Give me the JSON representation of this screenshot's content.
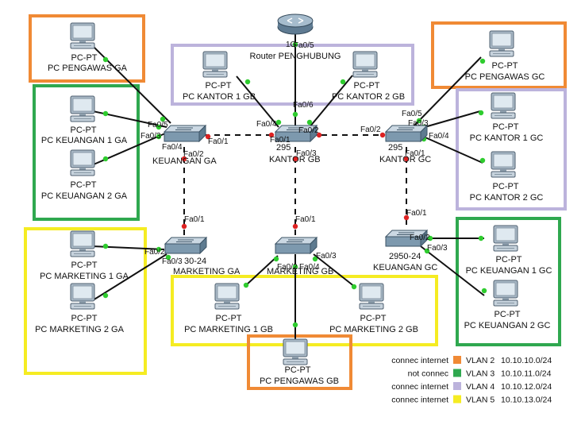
{
  "router": {
    "name": "Router PENGHUBUNG",
    "ports": {
      "top": "1G"
    }
  },
  "switches": {
    "ga": {
      "model": "",
      "name": "KEUANGAN GA"
    },
    "gb": {
      "model": "295",
      "name": "KANTOR GB"
    },
    "gc": {
      "model": "295",
      "name": "KANTOR GC"
    },
    "mga": {
      "model": "30-24",
      "name": "MARKETING GA"
    },
    "mgb": {
      "model": "",
      "name": "MARKETING GB"
    },
    "kgc": {
      "model": "2950-24",
      "name": "KEUANGAN GC"
    }
  },
  "pcs": {
    "pengawas_ga": {
      "type": "PC-PT",
      "name": "PC PENGAWAS GA"
    },
    "keuangan1_ga": {
      "type": "PC-PT",
      "name": "PC KEUANGAN 1 GA"
    },
    "keuangan2_ga": {
      "type": "PC-PT",
      "name": "PC KEUANGAN 2 GA"
    },
    "kantor1_gb": {
      "type": "PC-PT",
      "name": "PC KANTOR 1 GB"
    },
    "kantor2_gb": {
      "type": "PC-PT",
      "name": "PC KANTOR 2 GB"
    },
    "pengawas_gc": {
      "type": "PC-PT",
      "name": "PC PENGAWAS GC"
    },
    "kantor1_gc": {
      "type": "PC-PT",
      "name": "PC KANTOR 1 GC"
    },
    "kantor2_gc": {
      "type": "PC-PT",
      "name": "PC KANTOR 2 GC"
    },
    "marketing1_ga": {
      "type": "PC-PT",
      "name": "PC MARKETING 1 GA"
    },
    "marketing2_ga": {
      "type": "PC-PT",
      "name": "PC MARKETING  2 GA"
    },
    "marketing1_gb": {
      "type": "PC-PT",
      "name": "PC MARKETING 1 GB"
    },
    "marketing2_gb": {
      "type": "PC-PT",
      "name": "PC MARKETING 2 GB"
    },
    "pengawas_gb": {
      "type": "PC-PT",
      "name": "PC PENGAWAS GB"
    },
    "keuangan1_gc": {
      "type": "PC-PT",
      "name": "PC KEUANGAN 1 GC"
    },
    "keuangan2_gc": {
      "type": "PC-PT",
      "name": "PC KEUANGAN 2 GC"
    }
  },
  "ports": {
    "ga_fa05": "Fa0/5",
    "ga_fa03": "Fa0/3",
    "ga_fa04": "Fa0/4",
    "ga_fa01": "Fa0/1",
    "ga_fa02": "Fa0/2",
    "gb_fa06": "Fa0/6",
    "gb_fa05": "Fa0/5",
    "gb_fa04": "Fa0/4",
    "gb_fa01": "Fa0/1",
    "gb_fa02": "Fa0/2",
    "gb_fa03": "Fa0/3",
    "gc_fa02": "Fa0/2",
    "gc_fa05": "Fa0/5",
    "gc_fa03": "Fa0/3",
    "gc_fa04": "Fa0/4",
    "gc_fa01": "Fa0/1",
    "mga_fa01": "Fa0/1",
    "mga_fa02": "Fa0/2",
    "mga_fa03": "Fa0/3",
    "mgb_fa01": "Fa0/1",
    "mgb_fa02": "Fa0/2",
    "mgb_fa03": "Fa0/3",
    "mgb_fa04": "Fa0/4",
    "kgc_fa01": "Fa0/1",
    "kgc_fa02": "Fa0/2",
    "kgc_fa03": "Fa0/3"
  },
  "legend": [
    {
      "status": "connec internet",
      "status_color": "#111111",
      "vlan": "VLAN 2",
      "network": "10.10.10.0/24",
      "color": "#f08a35"
    },
    {
      "status": "not connec",
      "status_color": "#cc1f1f",
      "vlan": "VLAN 3",
      "network": "10.10.11.0/24",
      "color": "#2fa84f"
    },
    {
      "status": "connec internet",
      "status_color": "#111111",
      "vlan": "VLAN 4",
      "network": "10.10.12.0/24",
      "color": "#bcb3dc"
    },
    {
      "status": "connec internet",
      "status_color": "#111111",
      "vlan": "VLAN 5",
      "network": "10.10.13.0/24",
      "color": "#f5ec22"
    }
  ],
  "colors": {
    "link": "#111111",
    "port_up": "#2ecc2e",
    "port_down": "#dd2222",
    "vlan2": "#f08a35",
    "vlan3": "#2fa84f",
    "vlan4": "#bcb3dc",
    "vlan5": "#f5ec22"
  },
  "icons": {
    "pc": "desktop-computer-icon",
    "switch": "network-switch-icon",
    "router": "router-icon"
  }
}
